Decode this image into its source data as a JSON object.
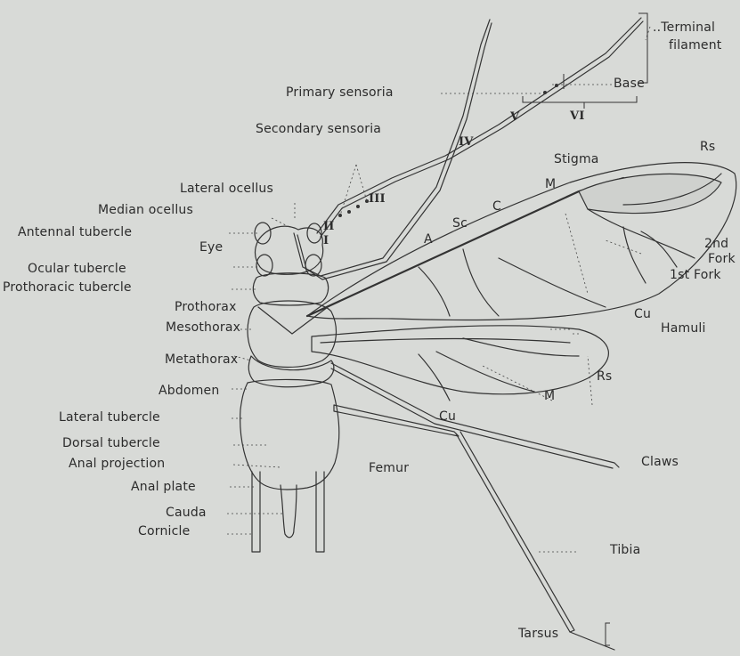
{
  "labels": {
    "terminal_filament": "..Terminal",
    "terminal_filament_2": "filament",
    "primary_sensoria": "Primary sensoria",
    "base": "Base",
    "seg_v": "V",
    "seg_vi": "VI",
    "secondary_sensoria": "Secondary sensoria",
    "seg_iv": "IV",
    "stigma": "Stigma",
    "rs_fore": "Rs",
    "lateral_ocellus": "Lateral ocellus",
    "seg_iii": "III",
    "m_fore": "M",
    "median_ocellus": "Median ocellus",
    "seg_ii": "II",
    "c_vein": "C",
    "sc_vein": "Sc",
    "antennal_tubercle": "Antennal tubercle",
    "seg_i": "I",
    "a_vein": "A",
    "eye": "Eye",
    "second_fork_a": "2nd",
    "second_fork_b": "Fork",
    "ocular_tubercle": "Ocular tubercle",
    "first_fork": "1st Fork",
    "prothoracic_tubercle": "Prothoracic tubercle",
    "prothorax": "Prothorax",
    "cu_fore": "Cu",
    "mesothorax": "Mesothorax",
    "hamuli": "Hamuli",
    "metathorax": "Metathorax",
    "rs_hind": "Rs",
    "abdomen": "Abdomen",
    "m_hind": "M",
    "lateral_tubercle": "Lateral tubercle",
    "cu_hind": "Cu",
    "dorsal_tubercle": "Dorsal tubercle",
    "anal_projection": "Anal projection",
    "femur": "Femur",
    "claws": "Claws",
    "anal_plate": "Anal plate",
    "cauda": "Cauda",
    "cornicle": "Cornicle",
    "tibia": "Tibia",
    "tarsus": "Tarsus"
  },
  "colors": {
    "background": "#d8dad7",
    "ink": "#2b2b2b"
  }
}
